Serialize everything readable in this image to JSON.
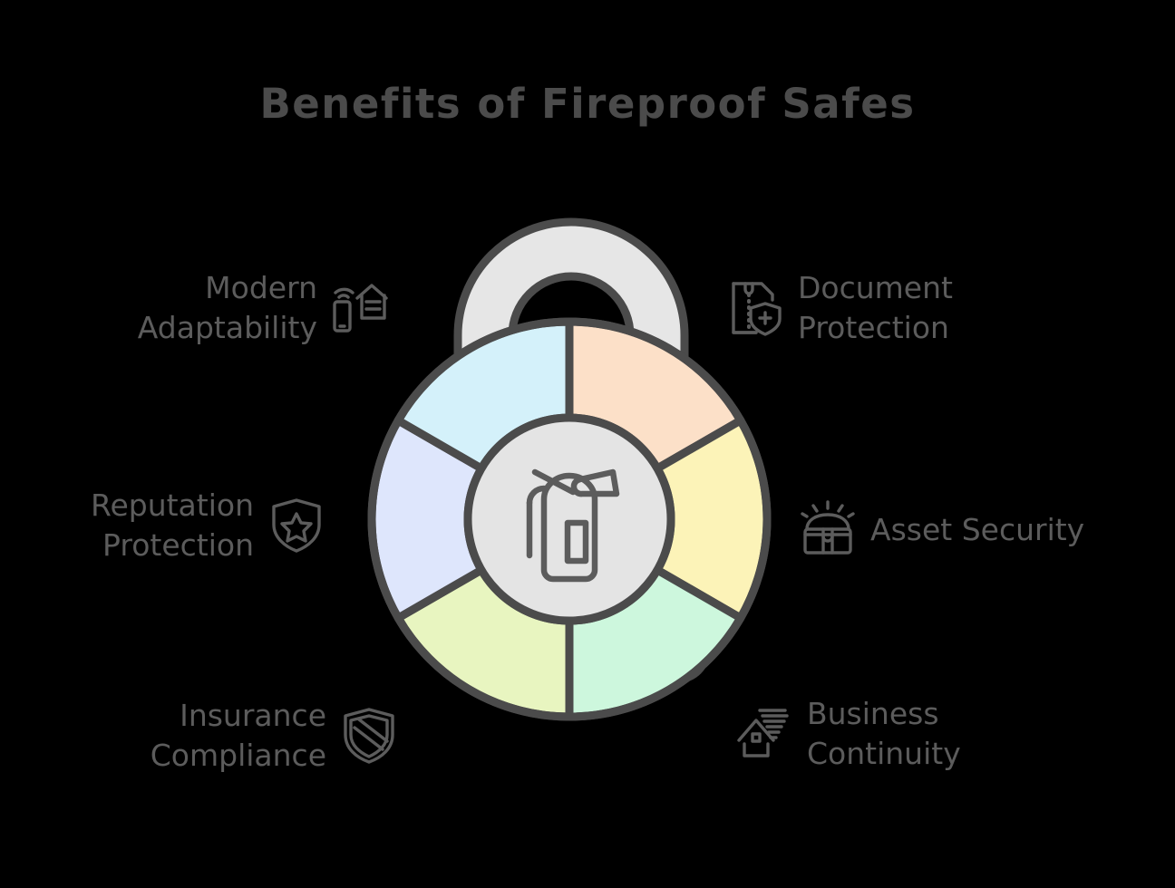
{
  "title": "Benefits of Fireproof Safes",
  "theme": {
    "background": "#000000",
    "ink": "#4b4b4b",
    "label_text": "#5c5c5c",
    "lock_body": "#e6e6e6",
    "hub_fill": "#e4e4e4"
  },
  "center": {
    "icon": "fire-extinguisher-icon",
    "lock_icon": "padlock-icon"
  },
  "wheel": {
    "segments": [
      {
        "key": "document-protection",
        "color": "#fce0c8",
        "start_deg": 0,
        "end_deg": 60
      },
      {
        "key": "asset-security",
        "color": "#fcf3b8",
        "start_deg": 60,
        "end_deg": 120
      },
      {
        "key": "business-continuity",
        "color": "#cdf7dd",
        "start_deg": 120,
        "end_deg": 180
      },
      {
        "key": "insurance-compliance",
        "color": "#e8f5c0",
        "start_deg": 180,
        "end_deg": 240
      },
      {
        "key": "reputation-protection",
        "color": "#dee6fc",
        "start_deg": 240,
        "end_deg": 300
      },
      {
        "key": "modern-adaptability",
        "color": "#d4f1fa",
        "start_deg": 300,
        "end_deg": 360
      }
    ]
  },
  "labels": [
    {
      "key": "modern-adaptability",
      "text": "Modern\nAdaptability",
      "icon": "smart-home-icon",
      "side": "left"
    },
    {
      "key": "reputation-protection",
      "text": "Reputation\nProtection",
      "icon": "shield-star-icon",
      "side": "left"
    },
    {
      "key": "insurance-compliance",
      "text": "Insurance\nCompliance",
      "icon": "shield-slash-icon",
      "side": "left"
    },
    {
      "key": "document-protection",
      "text": "Document\nProtection",
      "icon": "document-shield-icon",
      "side": "right"
    },
    {
      "key": "asset-security",
      "text": "Asset Security",
      "icon": "treasure-chest-icon",
      "side": "right"
    },
    {
      "key": "business-continuity",
      "text": "Business\nContinuity",
      "icon": "house-storm-icon",
      "side": "right"
    }
  ]
}
